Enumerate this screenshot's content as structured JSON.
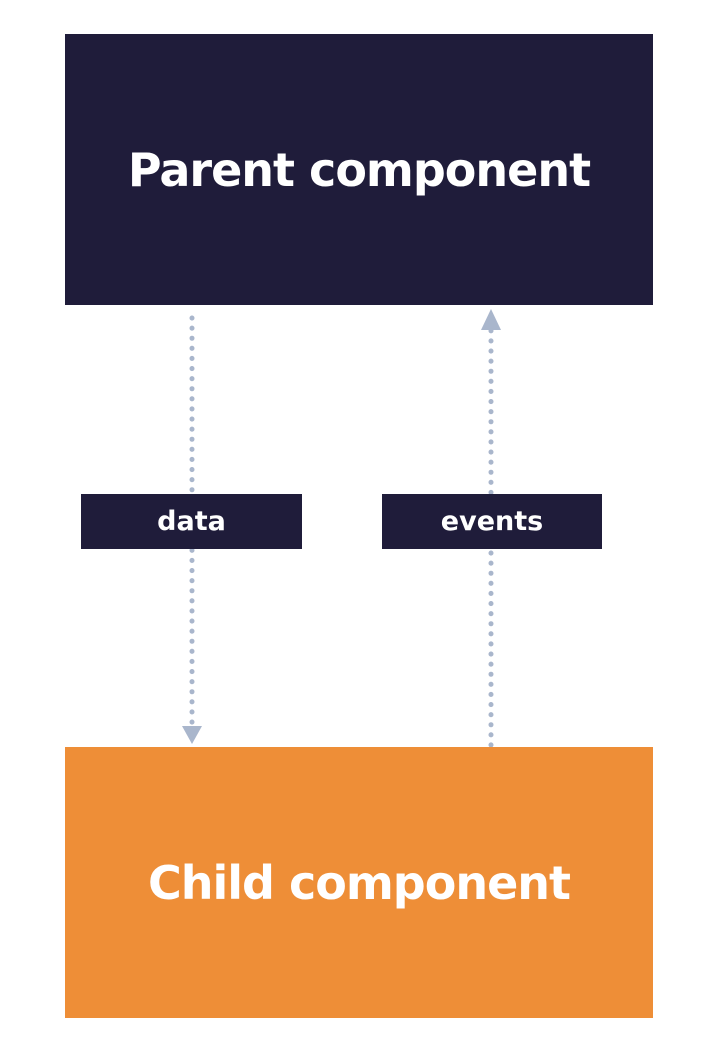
{
  "parent": {
    "label": "Parent component",
    "color": "#1f1c3a"
  },
  "child": {
    "label": "Child component",
    "color": "#ee8e37"
  },
  "flows": [
    {
      "label": "data",
      "direction": "down"
    },
    {
      "label": "events",
      "direction": "up"
    }
  ],
  "arrow_color": "#a9b6cc"
}
